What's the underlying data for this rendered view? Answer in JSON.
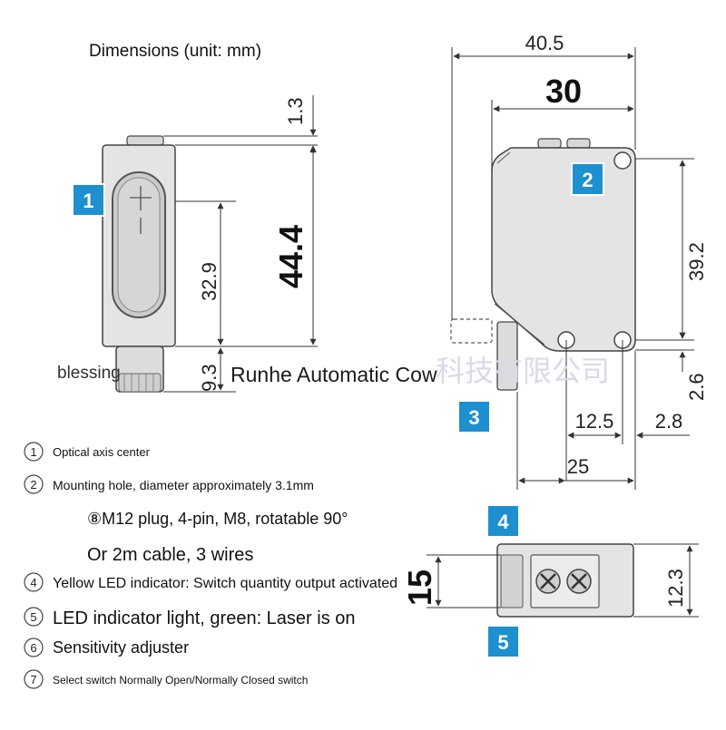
{
  "header": {
    "title": "Dimensions (unit: mm)"
  },
  "dimensions": {
    "top_width": "40.5",
    "inner_width": "30",
    "top_gap": "1.3",
    "total_height": "44.4",
    "window_height": "32.9",
    "plug_height": "9.3",
    "right_height": "39.2",
    "hole_offset_v": "2.6",
    "hole_offset_left": "12.5",
    "hole_offset_right": "2.8",
    "base_width": "25",
    "bottom_depth": "15",
    "bottom_height": "12.3"
  },
  "badges": [
    "1",
    "2",
    "3",
    "4",
    "5"
  ],
  "watermark": {
    "left": "blessing",
    "center": "Runhe Automatic Cow",
    "right": "科技有限公司"
  },
  "legend": [
    {
      "marker": "①",
      "text": "Optical axis center"
    },
    {
      "marker": "②",
      "text": "Mounting hole, diameter approximately 3.1mm"
    },
    {
      "marker": "",
      "text": "⑧M12 plug, 4-pin, M8, rotatable 90°"
    },
    {
      "marker": "",
      "text": "Or 2m cable, 3 wires"
    },
    {
      "marker": "④",
      "text": "Yellow LED indicator: Switch quantity output activated"
    },
    {
      "marker": "⑤",
      "text": "LED indicator light, green: Laser is on"
    },
    {
      "marker": "⑥",
      "text": "Sensitivity adjuster"
    },
    {
      "marker": "⑦",
      "text": "Select switch Normally Open/Normally Closed switch"
    }
  ],
  "colors": {
    "badge": "#1e8fcf",
    "body_fill": "#e4e4e4",
    "window_fill": "#c9c9c9",
    "line": "#333333"
  }
}
